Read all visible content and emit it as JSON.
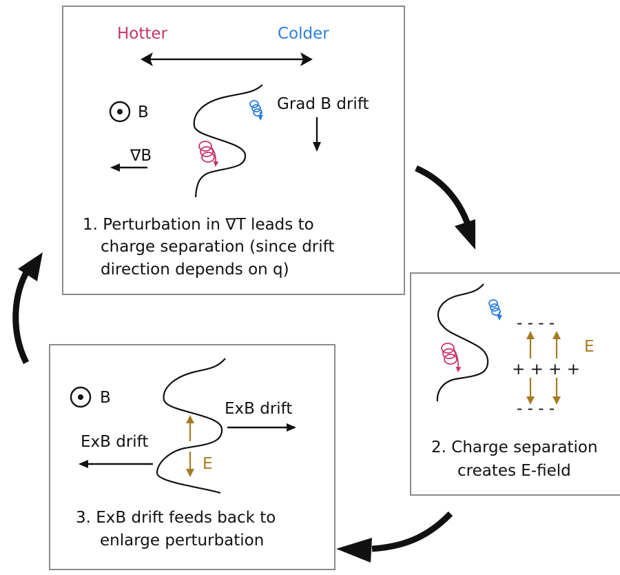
{
  "colors": {
    "hot": "#c7336b",
    "cold": "#2d7fdc",
    "efield": "#a57b22",
    "ink": "#111111",
    "border": "#8a8a8a"
  },
  "icons": [
    "b-field-out-of-page-icon",
    "cycle-arrow-icon",
    "gyration-spiral-icon"
  ],
  "panel1": {
    "hotter": "Hotter",
    "colder": "Colder",
    "b_label": "B",
    "gradb_label": "∇B",
    "gradb_drift": "Grad B drift",
    "caption_lines": [
      "1. Perturbation in ∇T leads to",
      "charge separation (since drift",
      "direction depends on q)"
    ]
  },
  "panel2": {
    "minus_top": "- - - -",
    "plus_mid": "+ + + +",
    "minus_bot": "- - - -",
    "e_label": "E",
    "caption_lines": [
      "2. Charge separation",
      "creates E-field"
    ]
  },
  "panel3": {
    "b_label": "B",
    "exb_right": "ExB drift",
    "exb_left": "ExB drift",
    "e_label": "E",
    "caption_lines": [
      "3. ExB drift feeds back to",
      "enlarge perturbation"
    ]
  }
}
